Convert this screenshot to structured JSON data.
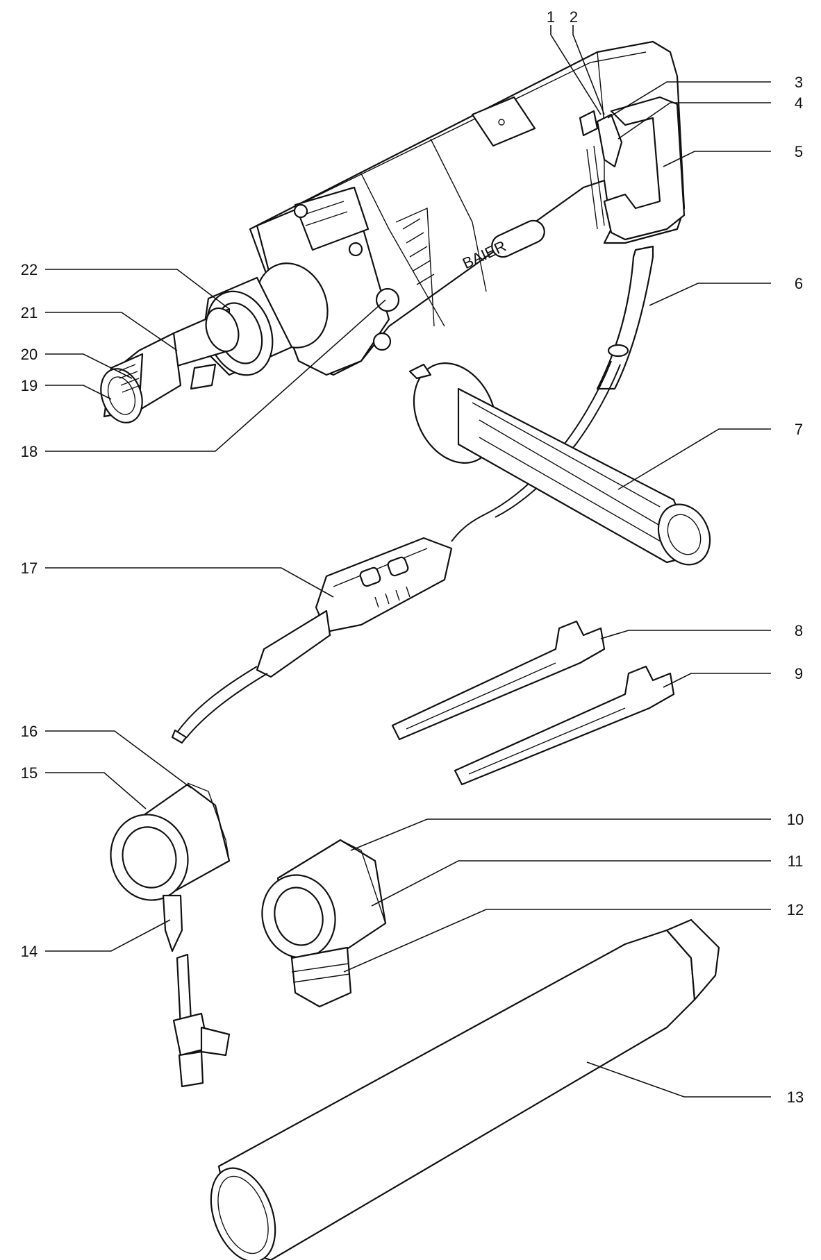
{
  "brand": "BAIER",
  "callouts": [
    {
      "id": "1",
      "label": "1"
    },
    {
      "id": "2",
      "label": "2"
    },
    {
      "id": "3",
      "label": "3"
    },
    {
      "id": "4",
      "label": "4"
    },
    {
      "id": "5",
      "label": "5"
    },
    {
      "id": "6",
      "label": "6"
    },
    {
      "id": "7",
      "label": "7"
    },
    {
      "id": "8",
      "label": "8"
    },
    {
      "id": "9",
      "label": "9"
    },
    {
      "id": "10",
      "label": "10"
    },
    {
      "id": "11",
      "label": "11"
    },
    {
      "id": "12",
      "label": "12"
    },
    {
      "id": "13",
      "label": "13"
    },
    {
      "id": "14",
      "label": "14"
    },
    {
      "id": "15",
      "label": "15"
    },
    {
      "id": "16",
      "label": "16"
    },
    {
      "id": "17",
      "label": "17"
    },
    {
      "id": "18",
      "label": "18"
    },
    {
      "id": "19",
      "label": "19"
    },
    {
      "id": "20",
      "label": "20"
    },
    {
      "id": "21",
      "label": "21"
    },
    {
      "id": "22",
      "label": "22"
    }
  ]
}
